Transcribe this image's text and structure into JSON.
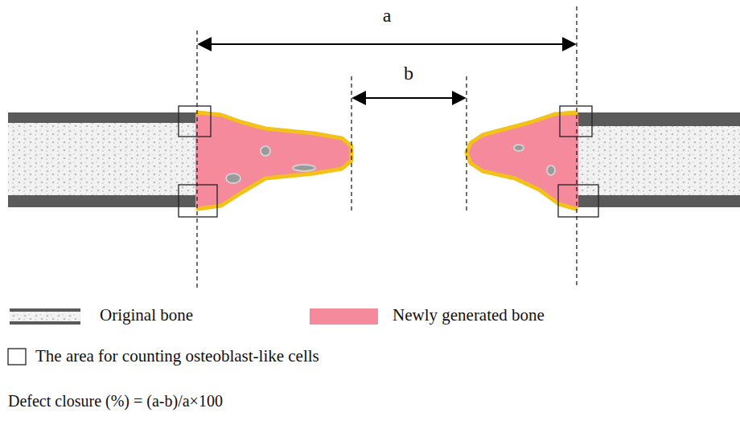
{
  "diagram": {
    "labels": [
      "a",
      "b",
      "Defect closure (%) = (a-b)/a×100"
    ],
    "legend": [
      {
        "text": "Original bone"
      },
      {
        "text": "Newly generated bone",
        "color": "#f48a9b"
      },
      {
        "text": "The area for counting osteoblast-like cells"
      }
    ]
  }
}
